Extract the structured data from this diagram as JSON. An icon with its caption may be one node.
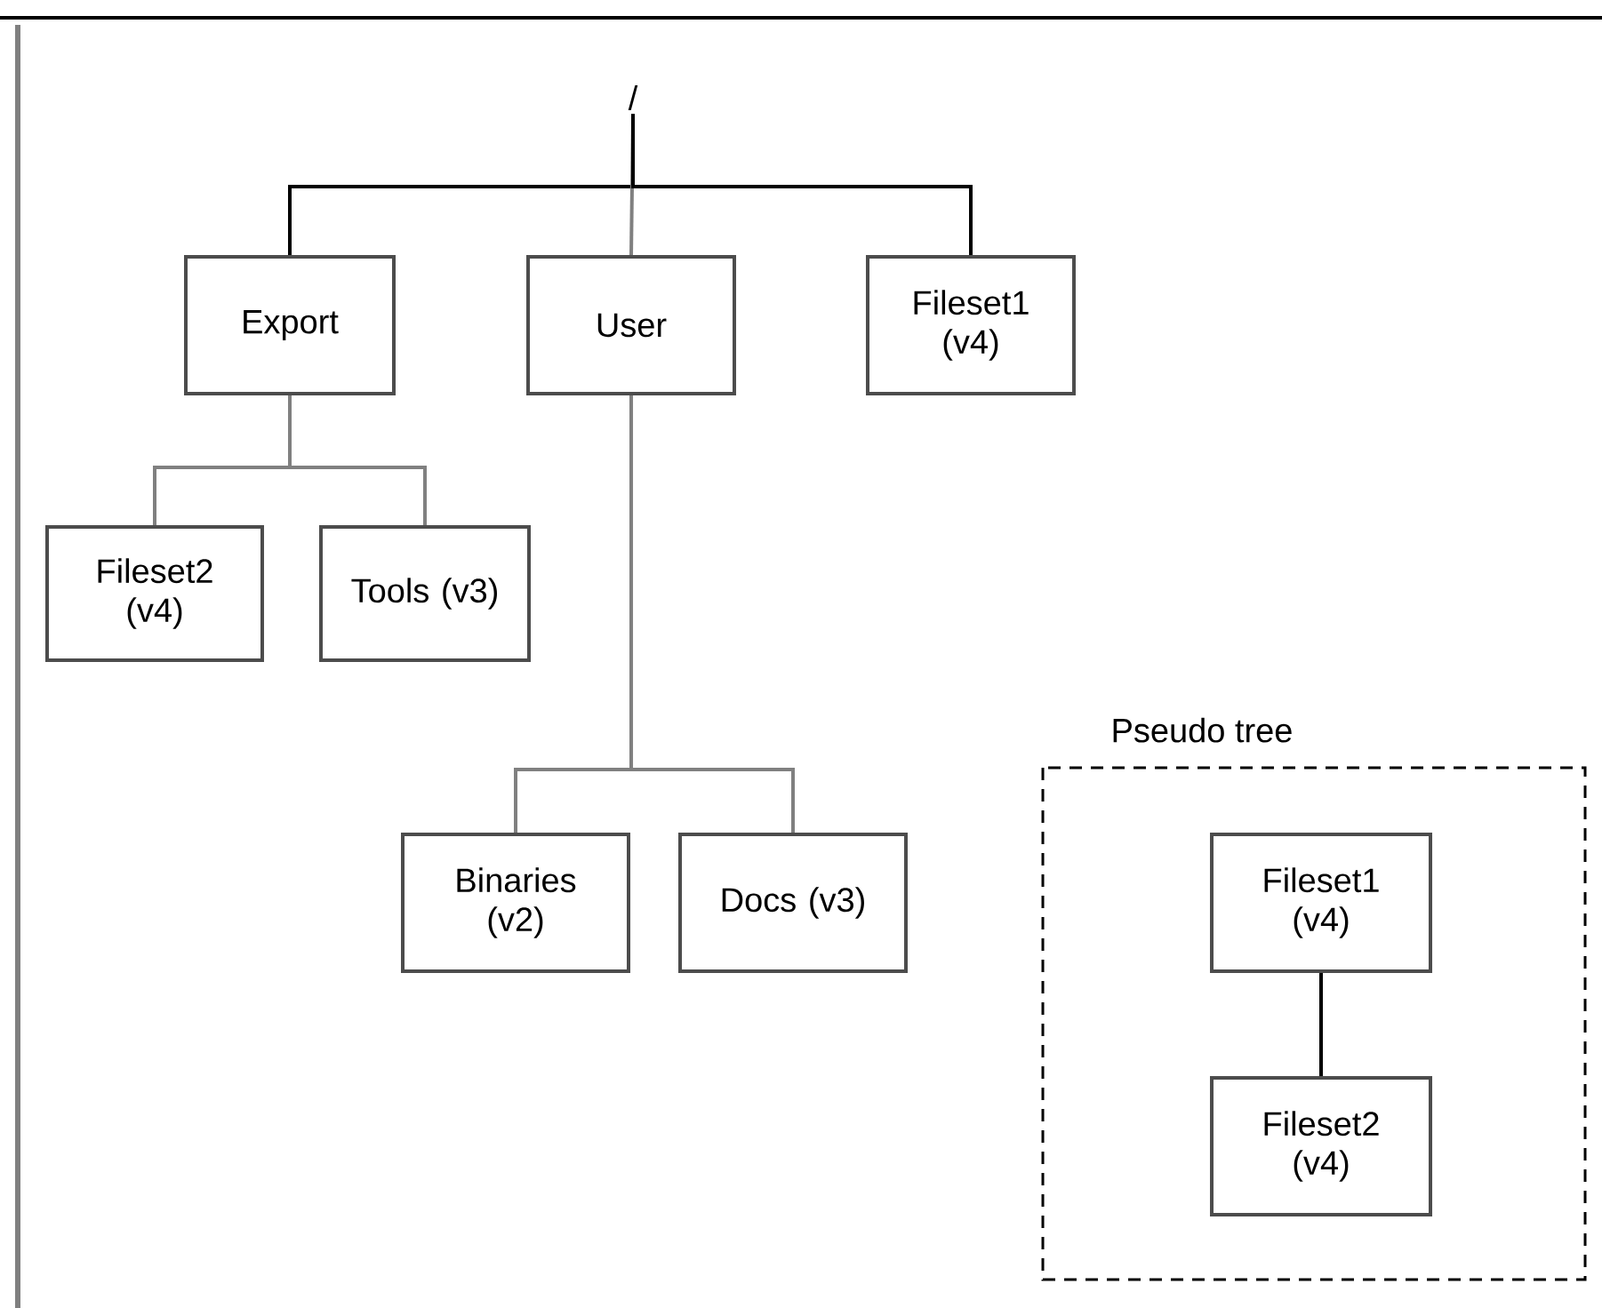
{
  "diagram": {
    "nodes": [
      {
        "text": [
          "/"
        ]
      },
      {
        "text": [
          "Export"
        ]
      },
      {
        "text": [
          "User"
        ]
      },
      {
        "text": [
          "Fileset1 (v4)"
        ]
      },
      {
        "text": [
          "Fileset2 (v4)"
        ]
      },
      {
        "text": [
          "Tools (v3)"
        ]
      },
      {
        "text": [
          "Binaries (v2)"
        ]
      },
      {
        "text": [
          "Docs (v3)"
        ]
      },
      {
        "text": [
          "Pseudo tree"
        ]
      },
      {
        "text": [
          "Fileset1 (v4)"
        ],
        "in": 8
      },
      {
        "text": [
          "Fileset2 (v4)"
        ],
        "in": 8
      }
    ],
    "edges": [
      {
        "from": 0,
        "to": 1,
        "arrow": "none",
        "color": "#000000"
      },
      {
        "from": 0,
        "to": 2,
        "arrow": "none"
      },
      {
        "from": 0,
        "to": 3,
        "arrow": "none",
        "color": "#000000"
      },
      {
        "from": 1,
        "to": 4,
        "arrow": "none"
      },
      {
        "from": 1,
        "to": 5,
        "arrow": "none"
      },
      {
        "from": 2,
        "to": 6,
        "arrow": "none"
      },
      {
        "from": 2,
        "to": 7,
        "arrow": "none"
      },
      {
        "from": 9,
        "to": 10,
        "arrow": "none",
        "color": "#000000"
      }
    ]
  }
}
